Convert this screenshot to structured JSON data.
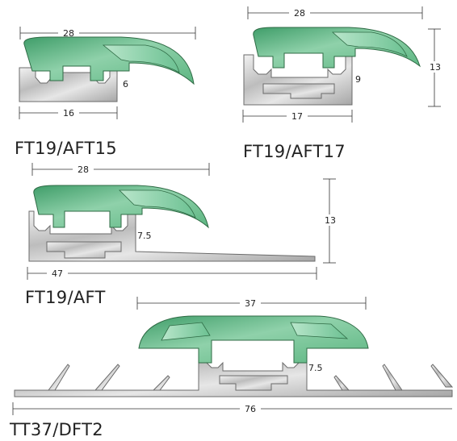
{
  "profiles": [
    {
      "caption": "FT19/AFT15",
      "dims": {
        "top_width": "28",
        "bottom_width": "16",
        "height": "6"
      }
    },
    {
      "caption": "FT19/AFT17",
      "dims": {
        "top_width": "28",
        "bottom_width": "17",
        "inner_height": "9",
        "total_height": "13"
      }
    },
    {
      "caption": "FT19/AFT",
      "dims": {
        "top_width": "28",
        "bottom_width": "47",
        "inner_height": "7.5",
        "total_height": "13"
      }
    },
    {
      "caption": "TT37/DFT2",
      "dims": {
        "top_width": "37",
        "bottom_width": "76",
        "inner_height": "7.5"
      }
    }
  ],
  "colors": {
    "insert_green": "#5fb884",
    "aluminium": "#c9c9c9"
  }
}
